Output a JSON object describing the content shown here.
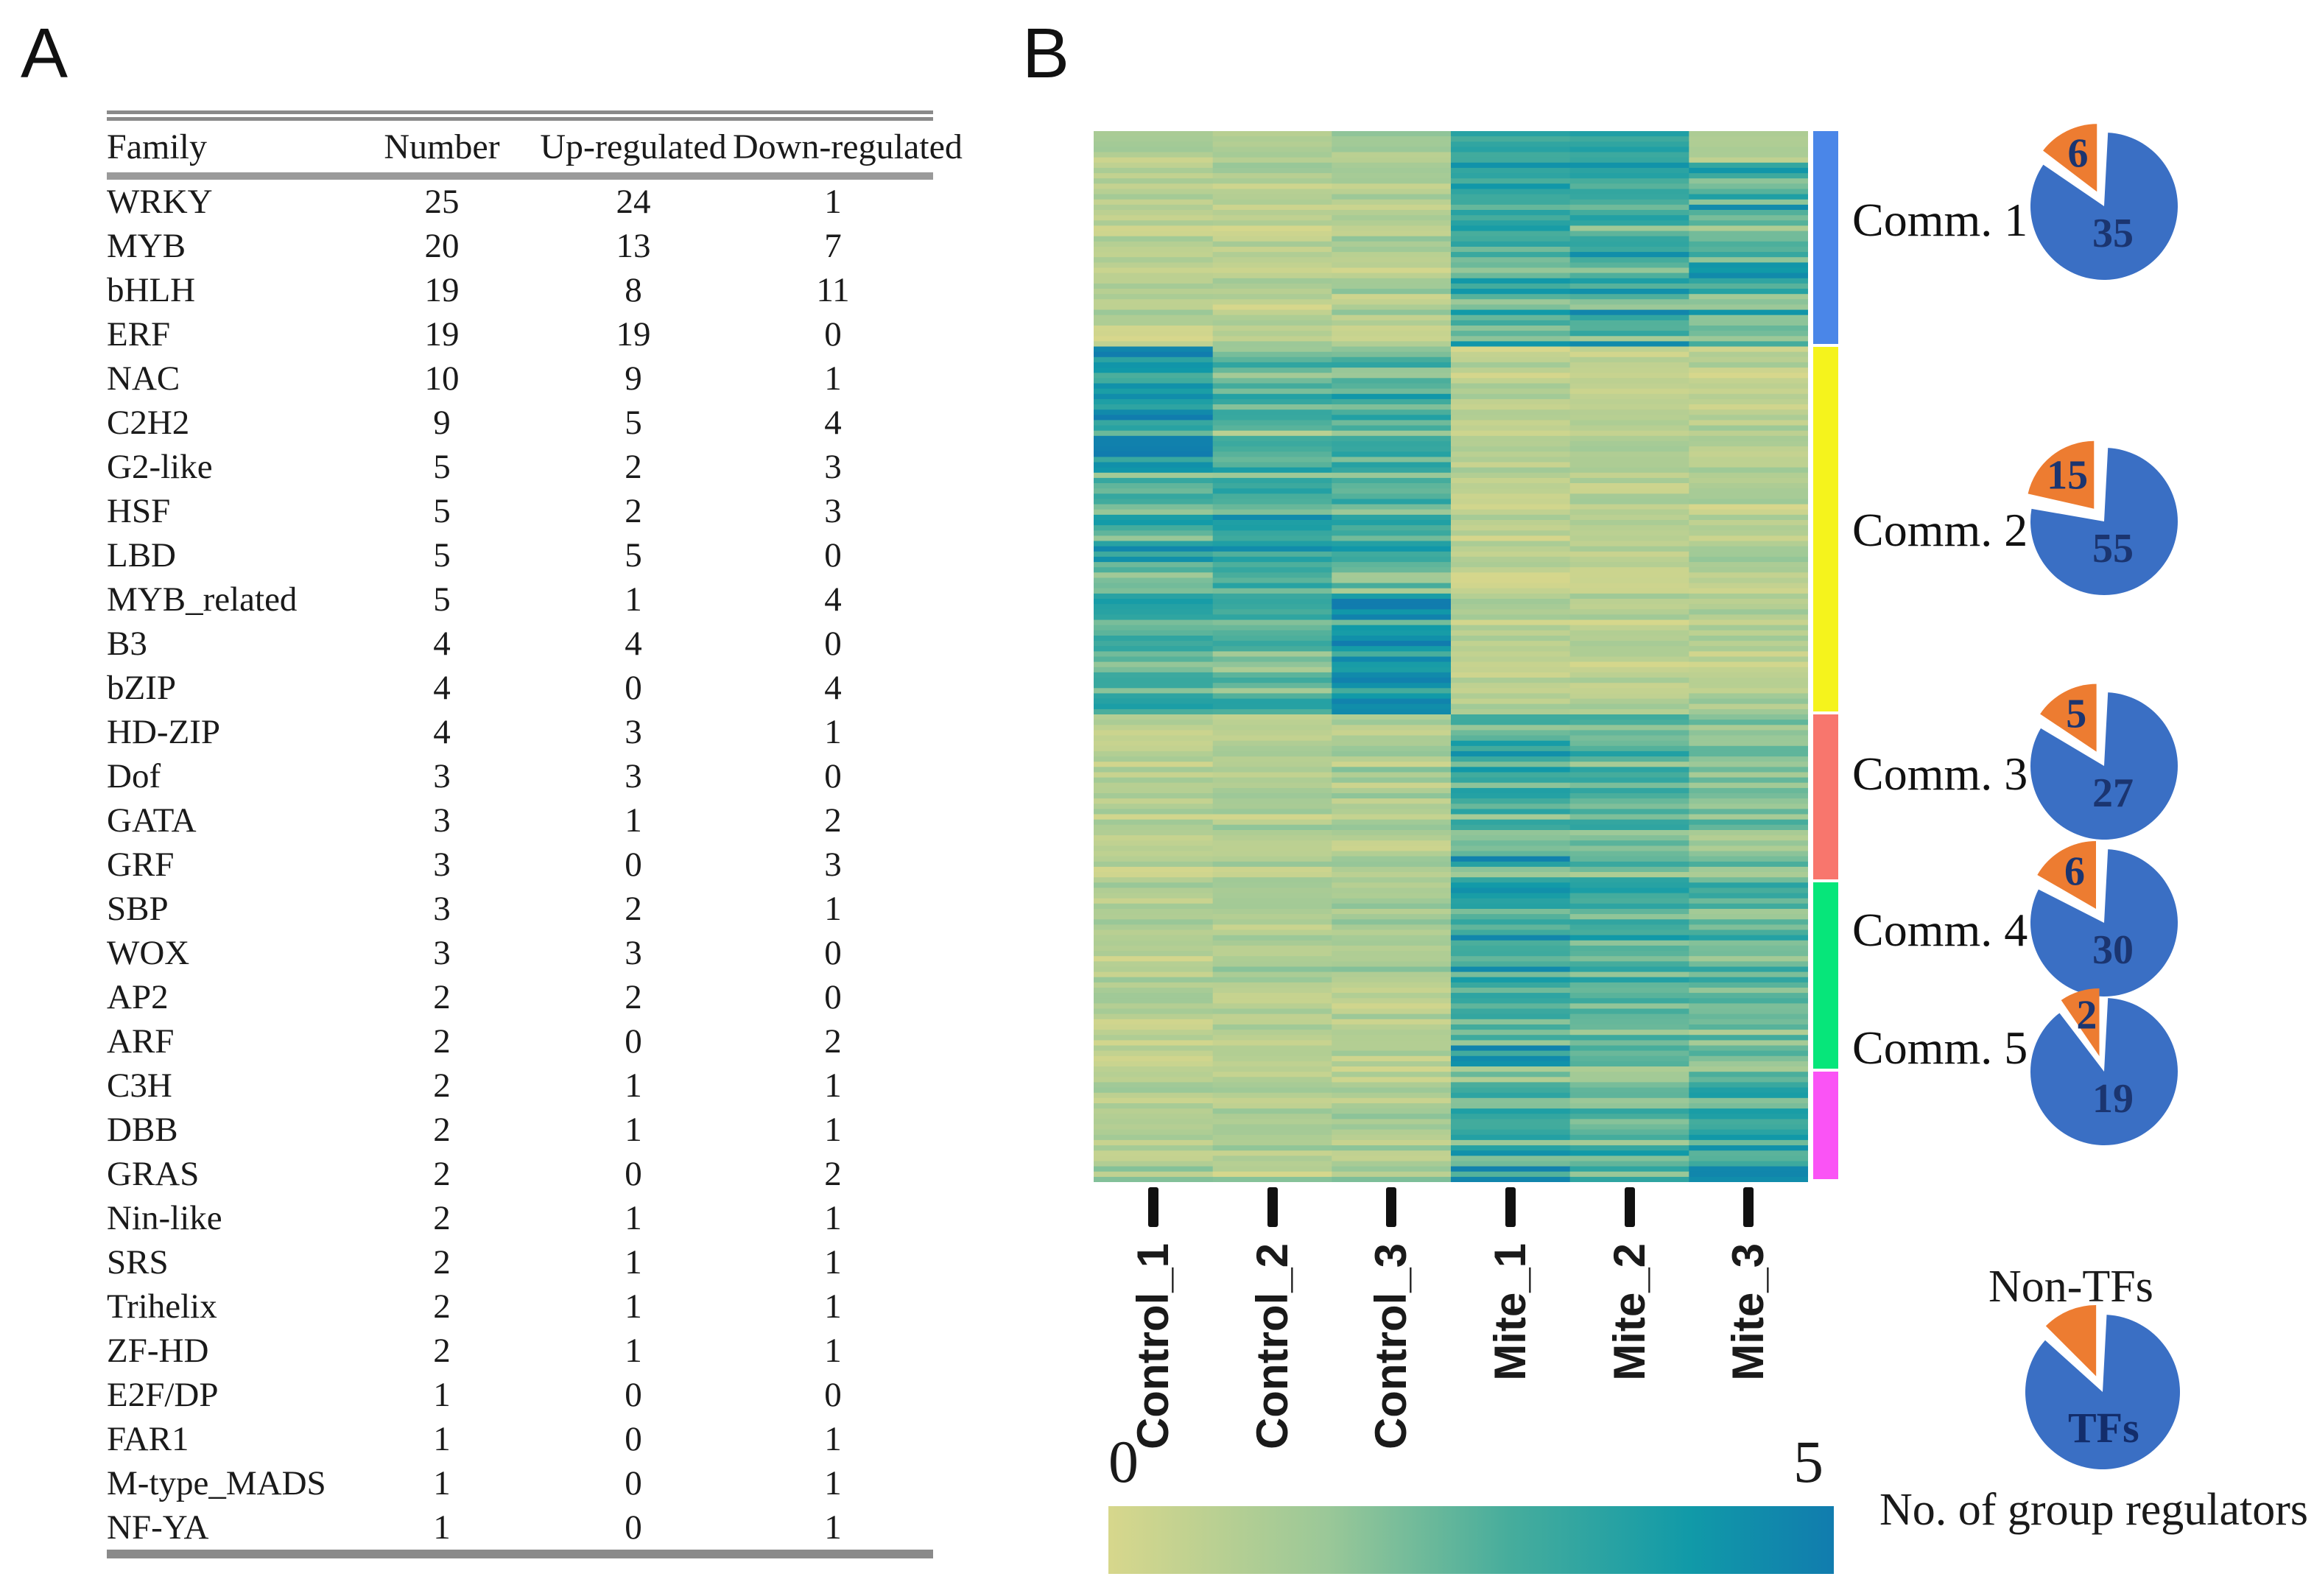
{
  "panels": {
    "a_label": "A",
    "b_label": "B"
  },
  "table": {
    "headers": [
      "Family",
      "Number",
      "Up-regulated",
      "Down-regulated"
    ],
    "rows": [
      [
        "WRKY",
        25,
        24,
        1
      ],
      [
        "MYB",
        20,
        13,
        7
      ],
      [
        "bHLH",
        19,
        8,
        11
      ],
      [
        "ERF",
        19,
        19,
        0
      ],
      [
        "NAC",
        10,
        9,
        1
      ],
      [
        "C2H2",
        9,
        5,
        4
      ],
      [
        "G2-like",
        5,
        2,
        3
      ],
      [
        "HSF",
        5,
        2,
        3
      ],
      [
        "LBD",
        5,
        5,
        0
      ],
      [
        "MYB_related",
        5,
        1,
        4
      ],
      [
        "B3",
        4,
        4,
        0
      ],
      [
        "bZIP",
        4,
        0,
        4
      ],
      [
        "HD-ZIP",
        4,
        3,
        1
      ],
      [
        "Dof",
        3,
        3,
        0
      ],
      [
        "GATA",
        3,
        1,
        2
      ],
      [
        "GRF",
        3,
        0,
        3
      ],
      [
        "SBP",
        3,
        2,
        1
      ],
      [
        "WOX",
        3,
        3,
        0
      ],
      [
        "AP2",
        2,
        2,
        0
      ],
      [
        "ARF",
        2,
        0,
        2
      ],
      [
        "C3H",
        2,
        1,
        1
      ],
      [
        "DBB",
        2,
        1,
        1
      ],
      [
        "GRAS",
        2,
        0,
        2
      ],
      [
        "Nin-like",
        2,
        1,
        1
      ],
      [
        "SRS",
        2,
        1,
        1
      ],
      [
        "Trihelix",
        2,
        1,
        1
      ],
      [
        "ZF-HD",
        2,
        1,
        1
      ],
      [
        "E2F/DP",
        1,
        0,
        0
      ],
      [
        "FAR1",
        1,
        0,
        1
      ],
      [
        "M-type_MADS",
        1,
        0,
        1
      ],
      [
        "NF-YA",
        1,
        0,
        1
      ]
    ]
  },
  "chart_data": {
    "type": "heatmap",
    "columns": [
      "Control_1",
      "Control_2",
      "Control_3",
      "Mite_1",
      "Mite_2",
      "Mite_3"
    ],
    "scale": {
      "min": 0,
      "max": 5,
      "min_label": "0",
      "max_label": "5",
      "gradient": [
        {
          "pos": 0.0,
          "color": "#d7d78c"
        },
        {
          "pos": 0.3,
          "color": "#9bc898"
        },
        {
          "pos": 0.55,
          "color": "#47ad9c"
        },
        {
          "pos": 0.8,
          "color": "#119aa8"
        },
        {
          "pos": 1.0,
          "color": "#117cae"
        }
      ]
    },
    "communities": [
      {
        "name": "Comm. 1",
        "bar_color": "#4a86e8",
        "rows": 41,
        "tf_count": 35,
        "non_tf_count": 6,
        "col_means": [
          0.7,
          0.7,
          0.9,
          2.5,
          2.7,
          2.0
        ]
      },
      {
        "name": "Comm. 2",
        "bar_color": "#f5f31c",
        "rows": 70,
        "tf_count": 55,
        "non_tf_count": 15,
        "col_means": [
          2.6,
          2.2,
          2.4,
          0.65,
          0.7,
          0.75
        ]
      },
      {
        "name": "Comm. 3",
        "bar_color": "#f8766d",
        "rows": 32,
        "tf_count": 27,
        "non_tf_count": 5,
        "col_means": [
          0.8,
          0.8,
          0.9,
          2.5,
          2.3,
          1.7
        ]
      },
      {
        "name": "Comm. 4",
        "bar_color": "#06e67a",
        "rows": 36,
        "tf_count": 30,
        "non_tf_count": 6,
        "col_means": [
          0.8,
          0.85,
          0.95,
          2.7,
          2.4,
          2.2
        ]
      },
      {
        "name": "Comm. 5",
        "bar_color": "#fa53f5",
        "rows": 21,
        "tf_count": 19,
        "non_tf_count": 2,
        "col_means": [
          0.9,
          0.9,
          1.0,
          2.5,
          2.3,
          3.1
        ]
      }
    ],
    "pie_colors": {
      "tf": "#3a6fc4",
      "non_tf": "#ed7c31",
      "number": "#1b3570"
    },
    "legend": {
      "non_tf_label": "Non-TFs",
      "tf_label": "TFs",
      "caption": "No. of group regulators"
    }
  }
}
